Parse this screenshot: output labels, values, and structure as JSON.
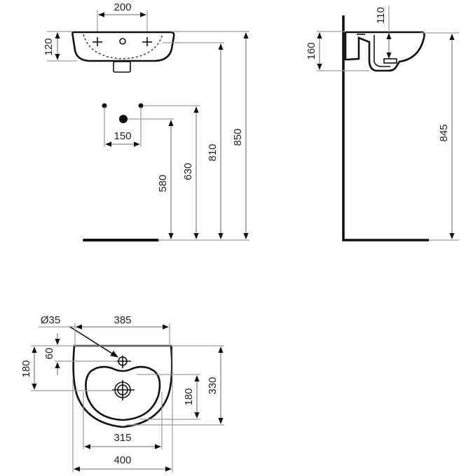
{
  "drawing": {
    "title": "Wall-hung washbasin technical drawing",
    "units": "mm",
    "colors": {
      "outline": "#111111",
      "dimension_line": "#888888",
      "text": "#222222",
      "background": "#ffffff"
    }
  },
  "front_view": {
    "label": "front-elevation",
    "dims": {
      "tap_spacing": "200",
      "basin_height": "120",
      "supply_spacing": "150",
      "waste_height": "580",
      "supply_height": "630",
      "basin_underside_height": "810",
      "rim_height": "850"
    }
  },
  "side_view": {
    "label": "side-elevation",
    "dims": {
      "bowl_depth": "110",
      "basin_total_height": "160",
      "rim_height_side": "845"
    }
  },
  "plan_view": {
    "label": "top-plan",
    "dims": {
      "tap_hole_diameter": "Ø35",
      "inner_width_top": "385",
      "tap_hole_offset": "60",
      "waste_offset": "180",
      "bowl_depth_plan": "180",
      "overall_depth": "330",
      "bowl_width": "315",
      "overall_width": "400"
    }
  }
}
